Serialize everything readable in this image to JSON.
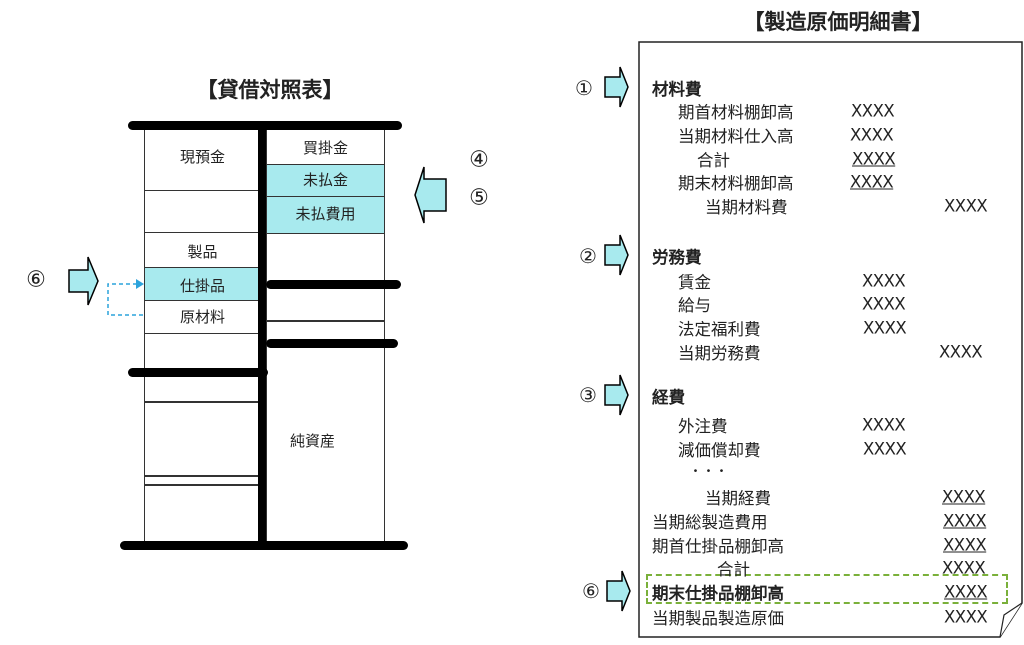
{
  "balance_sheet": {
    "title": "【貸借対照表】",
    "assets": {
      "cash": "現預金",
      "products": "製品",
      "wip": "仕掛品",
      "materials": "原材料"
    },
    "liabilities": {
      "payables": "買掛金",
      "accrued": "未払金",
      "accrued_expenses": "未払費用",
      "net_assets": "純資産"
    },
    "markers": {
      "m4": "④",
      "m5": "⑤",
      "m6": "⑥"
    },
    "highlight_color": "#a8eaee"
  },
  "cost_report": {
    "title": "【製造原価明細書】",
    "markers": {
      "m1": "①",
      "m2": "②",
      "m3": "③",
      "m6": "⑥"
    },
    "materials": {
      "heading": "材料費",
      "rows": [
        {
          "label": "期首材料棚卸高",
          "value": "XXXX"
        },
        {
          "label": "当期材料仕入高",
          "value": "XXXX"
        },
        {
          "label": "合計",
          "value": "XXXX"
        },
        {
          "label": "期末材料棚卸高",
          "value": "XXXX"
        },
        {
          "label": "当期材料費",
          "value": "XXXX"
        }
      ]
    },
    "labor": {
      "heading": "労務費",
      "rows": [
        {
          "label": "賃金",
          "value": "XXXX"
        },
        {
          "label": "給与",
          "value": "XXXX"
        },
        {
          "label": "法定福利費",
          "value": "XXXX"
        },
        {
          "label": "当期労務費",
          "value": "XXXX"
        }
      ]
    },
    "overhead": {
      "heading": "経費",
      "rows": [
        {
          "label": "外注費",
          "value": "XXXX"
        },
        {
          "label": "減価償却費",
          "value": "XXXX"
        },
        {
          "label": "・・・"
        },
        {
          "label": "当期経費",
          "value": "XXXX"
        }
      ]
    },
    "totals": [
      {
        "label": "当期総製造費用",
        "value": "XXXX"
      },
      {
        "label": "期首仕掛品棚卸高",
        "value": "XXXX"
      },
      {
        "label": "合計",
        "value": "XXXX"
      },
      {
        "label": "期末仕掛品棚卸高",
        "value": "XXXX"
      },
      {
        "label": "当期製品製造原価",
        "value": "XXXX"
      }
    ]
  }
}
